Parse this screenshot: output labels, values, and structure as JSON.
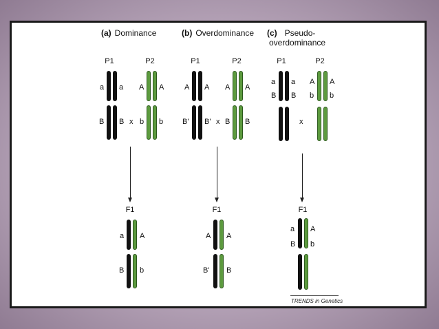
{
  "panels": {
    "a": {
      "letter": "(a)",
      "title": "Dominance",
      "p1": "P1",
      "p2": "P2",
      "f1": "F1",
      "cross": "x",
      "p1_top_left": "a",
      "p1_top_right": "a",
      "p1_bot_left": "B",
      "p1_bot_right": "B",
      "p2_top_left": "A",
      "p2_top_right": "A",
      "p2_bot_left": "b",
      "p2_bot_right": "b",
      "f1_top_left": "a",
      "f1_top_right": "A",
      "f1_bot_left": "B",
      "f1_bot_right": "b"
    },
    "b": {
      "letter": "(b)",
      "title": "Overdominance",
      "p1": "P1",
      "p2": "P2",
      "f1": "F1",
      "cross": "x",
      "p1_top_left": "A",
      "p1_top_right": "A",
      "p1_bot_left": "B'",
      "p1_bot_right": "B'",
      "p2_top_left": "A",
      "p2_top_right": "A",
      "p2_bot_left": "B",
      "p2_bot_right": "B",
      "f1_top_left": "A",
      "f1_top_right": "A",
      "f1_bot_left": "B'",
      "f1_bot_right": "B"
    },
    "c": {
      "letter": "(c)",
      "title_line1": "Pseudo-",
      "title_line2": "overdominance",
      "p1": "P1",
      "p2": "P2",
      "f1": "F1",
      "cross": "x",
      "p1_top_left": "a",
      "p1_top_right": "a",
      "p1_mid_left": "B",
      "p1_mid_right": "B",
      "p2_top_left": "A",
      "p2_top_right": "A",
      "p2_mid_left": "b",
      "p2_mid_right": "b",
      "f1_top_left": "a",
      "f1_top_right": "A",
      "f1_mid_left": "B",
      "f1_mid_right": "b"
    }
  },
  "credit": "TRENDS in Genetics",
  "colors": {
    "maternal_chromosome": "#111111",
    "paternal_chromosome": "#5c9a3e",
    "background_gradient": "#b8a6ba"
  }
}
